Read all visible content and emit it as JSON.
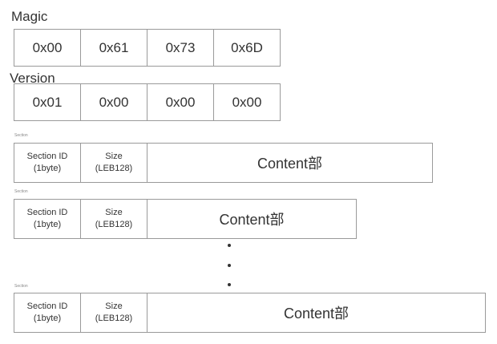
{
  "magic": {
    "label": "Magic",
    "bytes": [
      "0x00",
      "0x61",
      "0x73",
      "0x6D"
    ]
  },
  "version": {
    "label": "Version",
    "bytes": [
      "0x01",
      "0x00",
      "0x00",
      "0x00"
    ]
  },
  "sections": [
    {
      "tag": "Section",
      "id_line1": "Section ID",
      "id_line2": "(1byte)",
      "size_line1": "Size",
      "size_line2": "(LEB128)",
      "content": "Content部"
    },
    {
      "tag": "Section",
      "id_line1": "Section ID",
      "id_line2": "(1byte)",
      "size_line1": "Size",
      "size_line2": "(LEB128)",
      "content": "Content部"
    },
    {
      "tag": "Section",
      "id_line1": "Section ID",
      "id_line2": "(1byte)",
      "size_line1": "Size",
      "size_line2": "(LEB128)",
      "content": "Content部"
    }
  ]
}
